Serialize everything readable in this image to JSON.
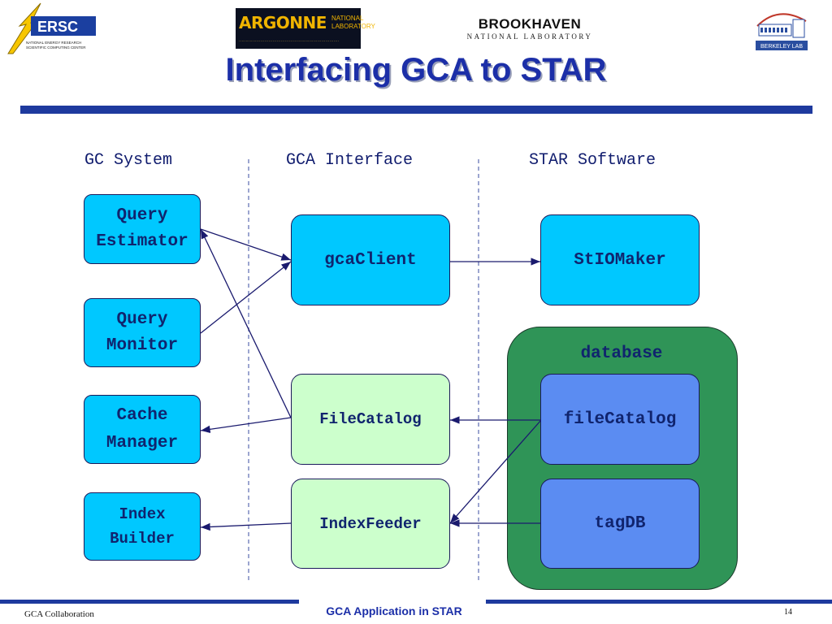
{
  "slide": {
    "title": "Interfacing GCA to STAR",
    "footer_left": "GCA Collaboration",
    "footer_center": "GCA Application in STAR",
    "page_number": "14"
  },
  "logos": {
    "nersc": {
      "name": "ERSC",
      "tagline_1": "NATIONAL ENERGY RESEARCH",
      "tagline_2": "SCIENTIFIC COMPUTING CENTER"
    },
    "argonne": {
      "name": "ARGONNE",
      "sub_1": "NATIONAL",
      "sub_2": "LABORATORY"
    },
    "bnl": {
      "name": "BROOKHAVEN",
      "sub": "NATIONAL LABORATORY"
    },
    "lbl": {
      "name": "BERKELEY LAB"
    }
  },
  "columns": {
    "gc": "GC System",
    "gca": "GCA Interface",
    "star": "STAR Software"
  },
  "boxes": {
    "query_estimator": "Query Estimator",
    "query_monitor": "Query Monitor",
    "cache_manager": "Cache Manager",
    "index_builder": "Index Builder",
    "gcaclient": "gcaClient",
    "filecatalog_gca": "FileCatalog",
    "indexfeeder": "IndexFeeder",
    "stiomaker": "StIOMaker",
    "database": "database",
    "filecatalog_db": "fileCatalog",
    "tagdb": "tagDB"
  },
  "colors": {
    "title": "#1c2fa8",
    "bar": "#1e3a9e",
    "cyan_box": "#00c8ff",
    "green_box": "#ccffcc",
    "blue_box": "#5b8cf2",
    "database_bg": "#2f9457"
  }
}
